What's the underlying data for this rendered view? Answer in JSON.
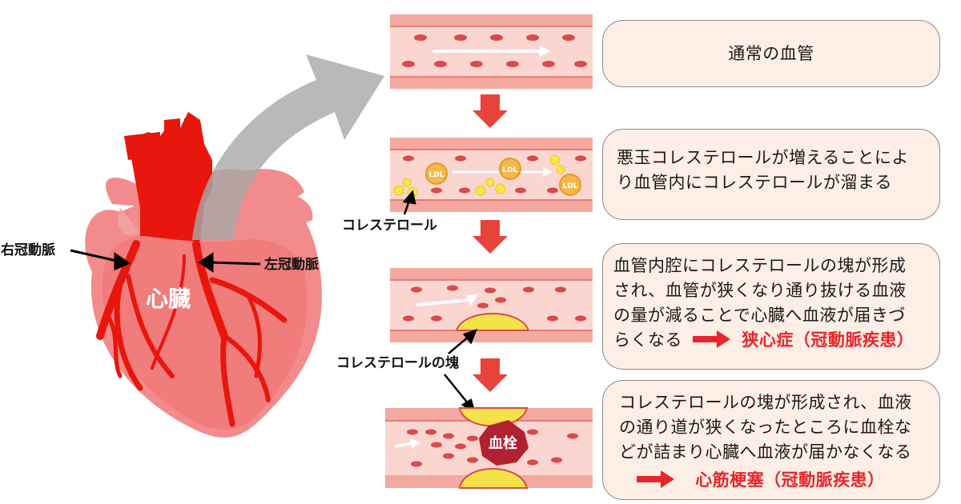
{
  "heart": {
    "title": "心臓",
    "right_artery": "右冠動脈",
    "left_artery": "左冠動脈"
  },
  "stages": [
    {
      "text": [
        "通常の血管"
      ]
    },
    {
      "text": [
        "悪玉コレステロールが増えることによ",
        "り血管内にコレステロールが溜まる"
      ],
      "label": "コレステロール",
      "ldl": "LDL"
    },
    {
      "text": [
        "血管内腔にコレステロールの塊が形成",
        "され、血管が狭くなり通り抜ける血液",
        "の量が減ることで心臓へ血液が届きづ",
        "らくなる"
      ],
      "result": "狭心症（冠動脈疾患）",
      "label": "コレステロールの塊"
    },
    {
      "text": [
        "コレステロールの塊が形成され、血液",
        "の通り道が狭くなったところに血栓な",
        "どが詰まり心臓へ血液が届かなくなる"
      ],
      "result": "心筋梗塞（冠動脈疾患）",
      "clot": "血栓"
    }
  ],
  "colors": {
    "heart": "#f08080",
    "artery": "#e8160c",
    "vessel_wall": "#f4a9a0",
    "vessel_inner": "#fbd6d0",
    "rbc": "#d94a4a",
    "plaque": "#f5e24a",
    "flow_arrow": "#e8433a",
    "box_bg": "#fdeee6",
    "accent": "#e8262a"
  }
}
